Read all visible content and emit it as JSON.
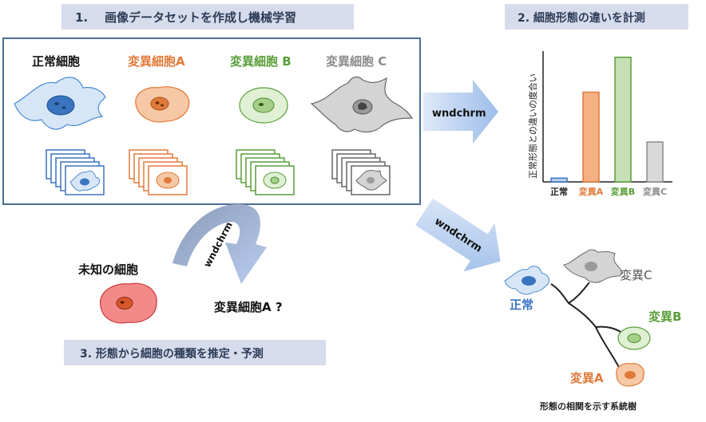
{
  "step1": {
    "number": "1.",
    "title": "画像データセットを作成し機械学習",
    "labels": {
      "normal": "正常細胞",
      "variant_a": "変異細胞A",
      "variant_b": "変異細胞 B",
      "variant_c": "変異細胞 C"
    }
  },
  "step2": {
    "title": "2. 細胞形態の違いを計測"
  },
  "step3": {
    "title": "3. 形態から細胞の種類を推定・予測",
    "unknown_label": "未知の細胞",
    "prediction_label": "変異細胞A ?"
  },
  "arrows": {
    "label_right": "wndchrm",
    "label_diagonal": "wndchrm",
    "label_curved": "wndchrm"
  },
  "colors": {
    "normal": "#3a74c0",
    "variant_a": "#e07a3a",
    "variant_b": "#5a9e3a",
    "variant_c": "#8c8c8c",
    "unknown": "#e04848",
    "frame": "#4a6f93",
    "title_band": "#d6dcec",
    "arrow_fill": "#a9c4ea"
  },
  "chart_data": {
    "type": "bar",
    "ylabel": "正常形態との違いの度合い",
    "categories": [
      "正常",
      "変異A",
      "変異B",
      "変異C"
    ],
    "values": [
      3,
      72,
      100,
      32
    ],
    "ylim": [
      0,
      105
    ],
    "bar_colors": [
      "#bcd3ee",
      "#f4b183",
      "#c5e0b4",
      "#d9d9d9"
    ],
    "bar_strokes": [
      "#3a74c0",
      "#e07a3a",
      "#5a9e3a",
      "#8c8c8c"
    ],
    "label_colors": [
      "#222222",
      "#e07a3a",
      "#5a9e3a",
      "#8c8c8c"
    ],
    "grid": false
  },
  "tree": {
    "caption": "形態の相関を示す系統樹",
    "labels": {
      "normal": "正常",
      "variant_a": "変異A",
      "variant_b": "変異B",
      "variant_c": "変異C"
    }
  }
}
